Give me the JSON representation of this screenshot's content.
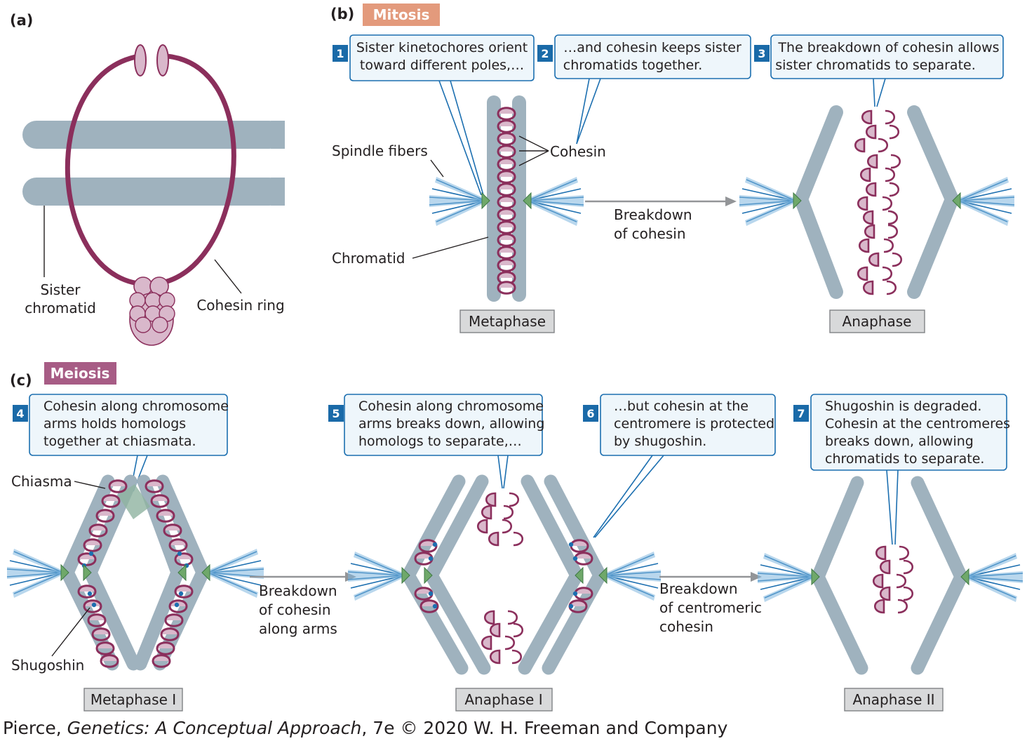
{
  "panels": {
    "a": "(a)",
    "b": "(b)",
    "c": "(c)"
  },
  "tags": {
    "mitosis": "Mitosis",
    "meiosis": "Meiosis"
  },
  "colors": {
    "chromatid": "#9fb2be",
    "cohesin": "#8b2f5c",
    "cohesin_fill": "#d9b8cb",
    "kinetochore": "#6fa86a",
    "spindle": "#1c6fb0",
    "callout_border": "#1c6fb0",
    "callout_fill": "#eef6fb",
    "number_box": "#1a6aa8",
    "mitosis_tag": "#e39a7c",
    "meiosis_tag": "#a75c85",
    "stage_box": "#d8d9da",
    "arrow": "#939598"
  },
  "panel_a": {
    "sister_chromatid": [
      "Sister",
      "chromatid"
    ],
    "cohesin_ring": "Cohesin ring"
  },
  "panel_b": {
    "callouts": [
      {
        "num": "1",
        "lines": [
          "Sister kinetochores orient",
          "toward different poles,…"
        ]
      },
      {
        "num": "2",
        "lines": [
          "…and cohesin keeps sister",
          "chromatids together."
        ]
      },
      {
        "num": "3",
        "lines": [
          "The breakdown of cohesin allows",
          "sister chromatids to separate."
        ]
      }
    ],
    "spindle_fibers": "Spindle fibers",
    "cohesin": "Cohesin",
    "chromatid": "Chromatid",
    "arrow_text": [
      "Breakdown",
      "of cohesin"
    ],
    "stages": [
      "Metaphase",
      "Anaphase"
    ]
  },
  "panel_c": {
    "callouts": [
      {
        "num": "4",
        "lines": [
          "Cohesin along chromosome",
          "arms holds homologs",
          "together at chiasmata."
        ]
      },
      {
        "num": "5",
        "lines": [
          "Cohesin along chromosome",
          "arms breaks down, allowing",
          "homologs to separate,…"
        ]
      },
      {
        "num": "6",
        "lines": [
          "…but cohesin at the",
          "centromere is protected",
          "by shugoshin."
        ]
      },
      {
        "num": "7",
        "lines": [
          "Shugoshin is degraded.",
          "Cohesin at the centromeres",
          "breaks down, allowing",
          "chromatids to separate."
        ]
      }
    ],
    "chiasma": "Chiasma",
    "shugoshin": "Shugoshin",
    "arrow1_text": [
      "Breakdown",
      "of cohesin",
      "along arms"
    ],
    "arrow2_text": [
      "Breakdown",
      "of centromeric",
      "cohesin"
    ],
    "stages": [
      "Metaphase I",
      "Anaphase I",
      "Anaphase II"
    ]
  },
  "credit": {
    "author": "Pierce, ",
    "title": "Genetics: A Conceptual Approach",
    "rest": ", 7e © 2020 W. H. Freeman and Company"
  }
}
